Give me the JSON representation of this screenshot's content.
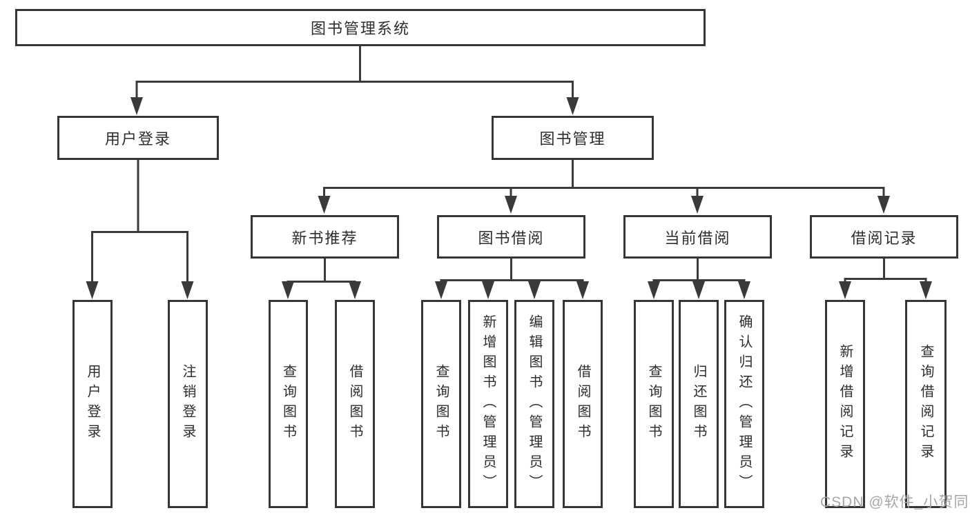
{
  "diagram": {
    "root": "图书管理系统",
    "branches": [
      {
        "label": "用户登录",
        "children": [
          {
            "label": "用户登录"
          },
          {
            "label": "注销登录"
          }
        ]
      },
      {
        "label": "图书管理",
        "children": [
          {
            "label": "新书推荐",
            "children": [
              {
                "label": "查询图书"
              },
              {
                "label": "借阅图书"
              }
            ]
          },
          {
            "label": "图书借阅",
            "children": [
              {
                "label": "查询图书"
              },
              {
                "label": "新增图书（管理员）"
              },
              {
                "label": "编辑图书（管理员）"
              },
              {
                "label": "借阅图书"
              }
            ]
          },
          {
            "label": "当前借阅",
            "children": [
              {
                "label": "查询图书"
              },
              {
                "label": "归还图书"
              },
              {
                "label": "确认归还（管理员）"
              }
            ]
          },
          {
            "label": "借阅记录",
            "children": [
              {
                "label": "新增借阅记录"
              },
              {
                "label": "查询借阅记录"
              }
            ]
          }
        ]
      }
    ]
  },
  "watermark": "CSDN @软件_小贺同学",
  "colors": {
    "line": "#3a3a3a",
    "box_border": "#353535",
    "text": "#2d2d2d",
    "watermark": "#a6a6a6",
    "background": "#ffffff"
  }
}
